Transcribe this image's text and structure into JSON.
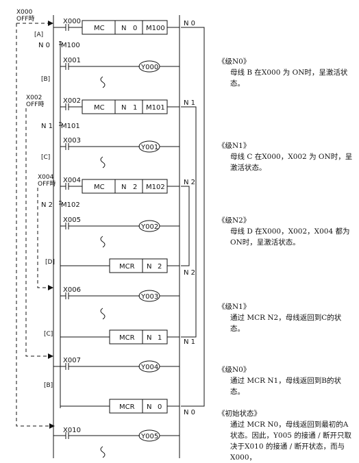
{
  "top_note": {
    "device": "X000",
    "state": "OFF時"
  },
  "labels": {
    "a": "[A]",
    "b": "[B]",
    "c1": "[C]",
    "d": "[D]",
    "c2": "[C]",
    "b2": "[B]"
  },
  "off_notes": [
    {
      "device": "X002",
      "state": "OFF時"
    },
    {
      "device": "X004",
      "state": "OFF時"
    }
  ],
  "mc_rungs": [
    {
      "contact": "X000",
      "op": "MC",
      "nest": "N",
      "level": "0",
      "device": "M100",
      "bus": "N 0",
      "sub_level": "N 0",
      "sub_device": "M100"
    },
    {
      "contact": "X002",
      "op": "MC",
      "nest": "N",
      "level": "1",
      "device": "M101",
      "bus": "N 1",
      "sub_level": "N 1",
      "sub_device": "M101"
    },
    {
      "contact": "X004",
      "op": "MC",
      "nest": "N",
      "level": "2",
      "device": "M102",
      "bus": "N 2",
      "sub_level": "N 2",
      "sub_device": "M102"
    }
  ],
  "coil_rungs": [
    {
      "contact": "X001",
      "coil": "Y000"
    },
    {
      "contact": "X003",
      "coil": "Y001"
    },
    {
      "contact": "X005",
      "coil": "Y002"
    },
    {
      "contact": "X006",
      "coil": "Y003"
    },
    {
      "contact": "X007",
      "coil": "Y004"
    },
    {
      "contact": "X010",
      "coil": "Y005"
    }
  ],
  "mcr_rungs": [
    {
      "op": "MCR",
      "level": "2",
      "bus": "N 2"
    },
    {
      "op": "MCR",
      "level": "1",
      "bus": "N 1"
    },
    {
      "op": "MCR",
      "level": "0",
      "bus": "N 0"
    }
  ],
  "descriptions": [
    {
      "heading": "《级N0》",
      "body": "母线 B 在X000 为 ON时，呈激活状态。"
    },
    {
      "heading": "《级N1》",
      "body": "母线 C 在X000，X002 为 ON时，呈激活状态。"
    },
    {
      "heading": "《级N2》",
      "body": "母线 D 在X000，X002，X004 都为 ON时，呈激活状态。"
    },
    {
      "heading": "《级N1》",
      "body": "通过 MCR N2，母线返回到C的状态。"
    },
    {
      "heading": "《级N0》",
      "body": "通过 MCR N1，母线返回到B的状态。"
    },
    {
      "heading": "《初始状态》",
      "body": "通过 MCR N0，母线返回到最初的A状态。因此，Y005 的接通 / 断开只取决于X010 的接通 / 断开状态，而与 X000，"
    }
  ]
}
